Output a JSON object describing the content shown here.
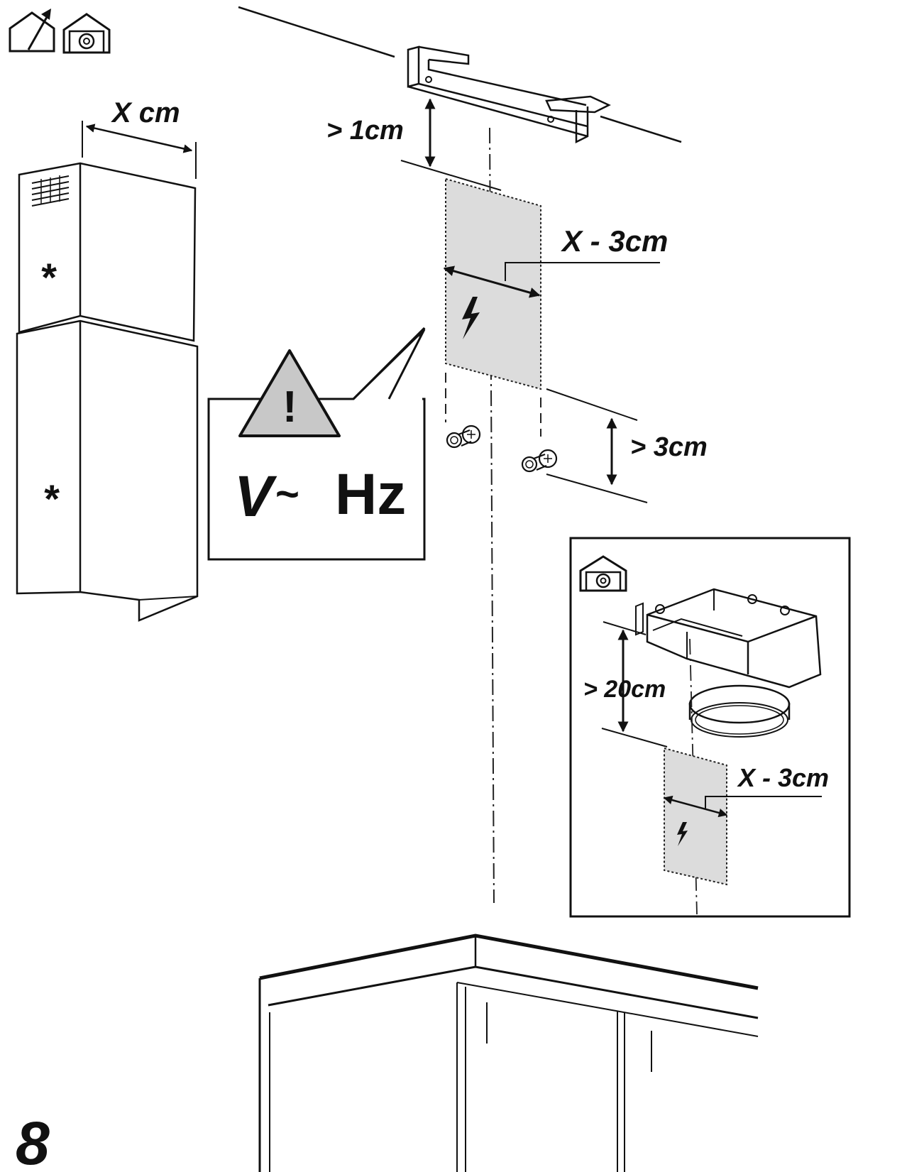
{
  "labels": {
    "chimney_width": "X cm",
    "bracket_clearance": "> 1cm",
    "outlet_width": "X - 3cm",
    "screw_clearance": "> 3cm",
    "recirc_clearance": "> 20cm",
    "recirc_outlet_width": "X - 3cm",
    "chimney_mark_upper": "*",
    "chimney_mark_lower": "*",
    "warning_mark": "!",
    "warning_volt": "V",
    "warning_tilde": "~",
    "warning_hz": "Hz",
    "page_number": "8"
  },
  "icons": {
    "mode_top_left_1": "ducted-extraction-house-icon",
    "mode_top_left_2": "recirculation-house-icon",
    "inset_mode": "recirculation-house-icon",
    "warning": "warning-triangle-icon",
    "power_outlet": "lightning-bolt-icon"
  },
  "colors": {
    "line": "#111111",
    "zone_fill": "#dcdcdc",
    "warning_fill": "#c8c8c8"
  }
}
